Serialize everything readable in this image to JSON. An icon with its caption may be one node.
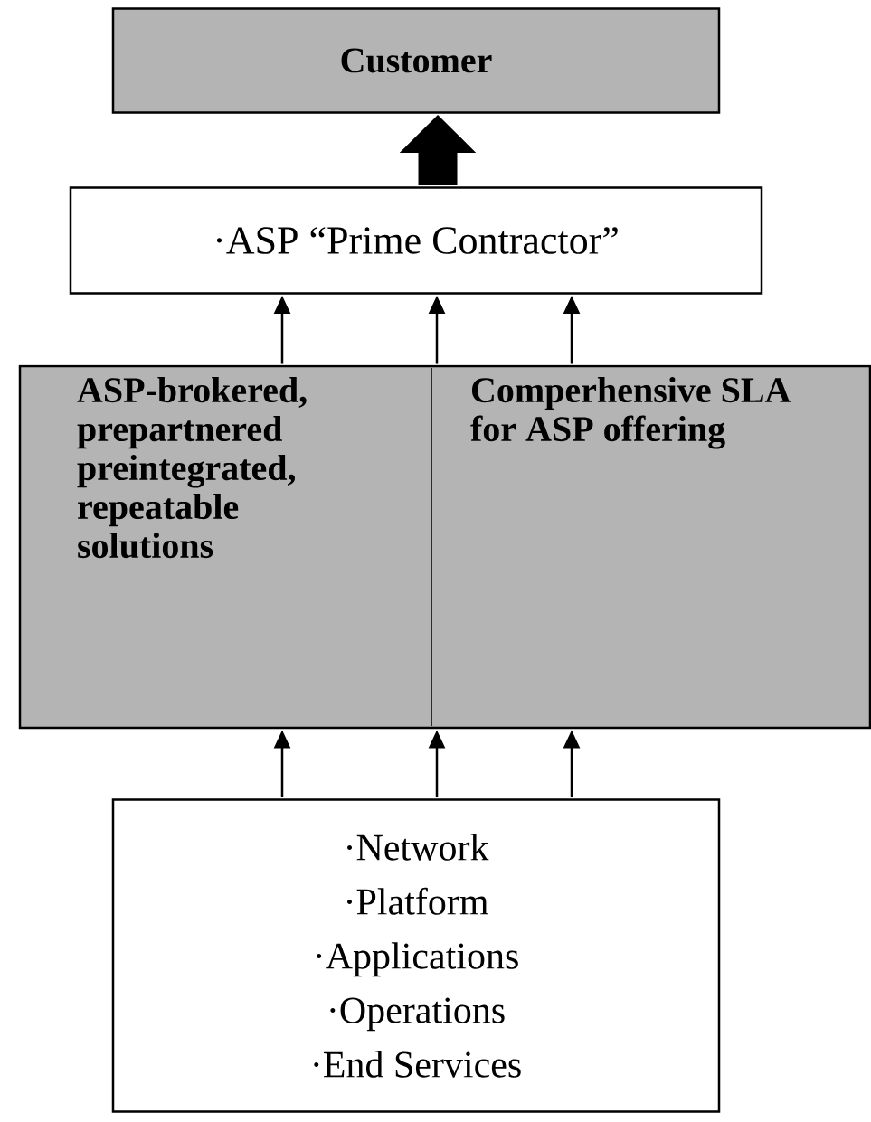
{
  "diagram": {
    "nodes": [
      {
        "text": [
          "Customer"
        ]
      },
      {
        "text": [
          "·ASP “Prime Contractor”"
        ]
      },
      {
        "text": [
          "ASP-brokered, prepartnered preintegrated, repeatable solutions",
          "Comperhensive SLA for ASP offering"
        ]
      },
      {
        "text": [
          "·Network",
          "·Platform",
          "·Applications",
          "·Operations",
          "·End Services"
        ]
      }
    ],
    "edges": [
      {
        "from": 1,
        "to": 0,
        "arrow": "to",
        "style": "thick"
      },
      {
        "from": 2,
        "to": 1,
        "arrow": "to"
      },
      {
        "from": 2,
        "to": 1,
        "arrow": "to"
      },
      {
        "from": 2,
        "to": 1,
        "arrow": "to"
      },
      {
        "from": 3,
        "to": 2,
        "arrow": "to"
      },
      {
        "from": 3,
        "to": 2,
        "arrow": "to"
      },
      {
        "from": 3,
        "to": 2,
        "arrow": "to"
      }
    ]
  }
}
